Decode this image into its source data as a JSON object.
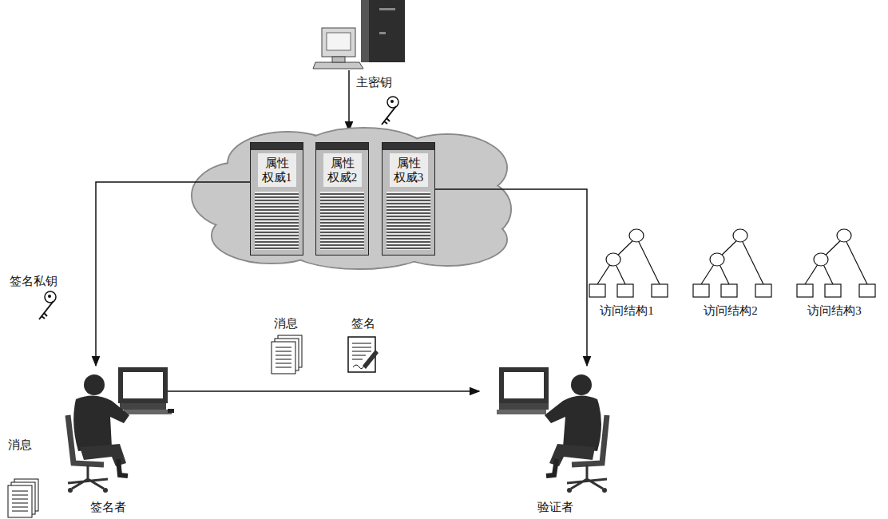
{
  "diagram": {
    "nodes": [
      {
        "text": [
          "属性 权威1"
        ]
      },
      {
        "text": [
          "属性 权威2"
        ]
      },
      {
        "text": [
          "属性 权威3"
        ]
      },
      {
        "text": [
          "签名者"
        ]
      },
      {
        "text": [
          "验证者"
        ]
      }
    ],
    "edges": [
      {
        "from": 0,
        "to": 3,
        "arrow": "to"
      },
      {
        "from": 3,
        "to": 4,
        "arrow": "to"
      },
      {
        "from": 2,
        "to": 4,
        "arrow": "to"
      }
    ],
    "labels": [
      "主密钥",
      "签名私钥",
      "消息",
      "签名",
      "消息",
      "访问结构1",
      "访问结构2",
      "访问结构3"
    ]
  }
}
